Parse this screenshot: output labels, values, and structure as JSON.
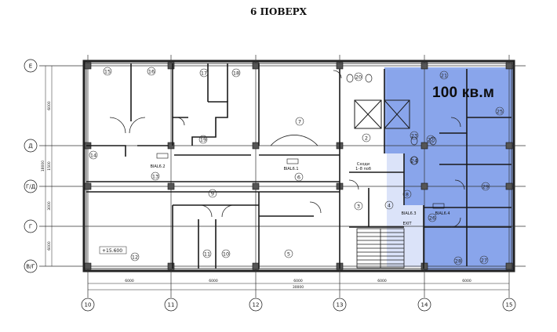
{
  "title": "6 ПОВЕРХ",
  "highlight": {
    "label": "100 кв.м",
    "fill": "#7f9ee9"
  },
  "row_axes": [
    "Е",
    "Д",
    "Г/Д",
    "Г",
    "В/Г"
  ],
  "col_axes": [
    "10",
    "11",
    "12",
    "13",
    "14",
    "15"
  ],
  "span_dims": [
    "6000",
    "6000",
    "6000",
    "6000",
    "6000"
  ],
  "total_dim": "30000",
  "left_dims": [
    "6000",
    "1500",
    "3000",
    "6000"
  ],
  "left_total": "18000",
  "rooms": [
    "15",
    "16",
    "17",
    "18",
    "19",
    "20",
    "21",
    "25",
    "7",
    "2",
    "3",
    "4",
    "5",
    "9",
    "11",
    "10",
    "12",
    "13",
    "14",
    "6",
    "8",
    "22",
    "23",
    "24",
    "26",
    "27",
    "28",
    "29"
  ],
  "room_notes": {
    "stair_label": "Сходи",
    "stair_sub": "1–8 поб",
    "exit": "EXIT",
    "elevation": "+15.600",
    "biale_1": "BIAL6.1",
    "biale_2": "BIAL6.2",
    "biale_3": "BIAL6.3",
    "biale_4": "BIAL6.4"
  }
}
